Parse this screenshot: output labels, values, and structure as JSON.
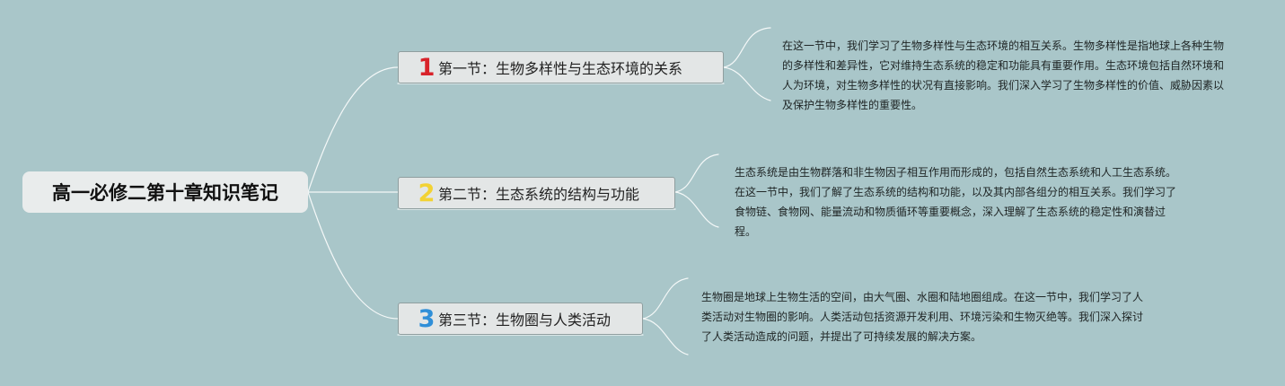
{
  "root": {
    "title": "高一必修二第十章知识笔记"
  },
  "branches": [
    {
      "number": "1",
      "number_color": "#d8232a",
      "label": "第一节：生物多样性与生态环境的关系",
      "note": "在这一节中，我们学习了生物多样性与生态环境的相互关系。生物多样性是指地球上各种生物的多样性和差异性，它对维持生态系统的稳定和功能具有重要作用。生态环境包括自然环境和人为环境，对生物多样性的状况有直接影响。我们深入学习了生物多样性的价值、威胁因素以及保护生物多样性的重要性。"
    },
    {
      "number": "2",
      "number_color": "#f2d234",
      "label": "第二节：生态系统的结构与功能",
      "note": "生态系统是由生物群落和非生物因子相互作用而形成的，包括自然生态系统和人工生态系统。在这一节中，我们了解了生态系统的结构和功能，以及其内部各组分的相互关系。我们学习了食物链、食物网、能量流动和物质循环等重要概念，深入理解了生态系统的稳定性和演替过程。"
    },
    {
      "number": "3",
      "number_color": "#2f8fd8",
      "label": "第三节：生物圈与人类活动",
      "note": "生物圈是地球上生物生活的空间，由大气圈、水圈和陆地圈组成。在这一节中，我们学习了人类活动对生物圈的影响。人类活动包括资源开发利用、环境污染和生物灭绝等。我们深入探讨了人类活动造成的问题，并提出了可持续发展的解决方案。"
    }
  ],
  "colors": {
    "background": "#a9c6c9",
    "connector": "#f4f8f8"
  }
}
